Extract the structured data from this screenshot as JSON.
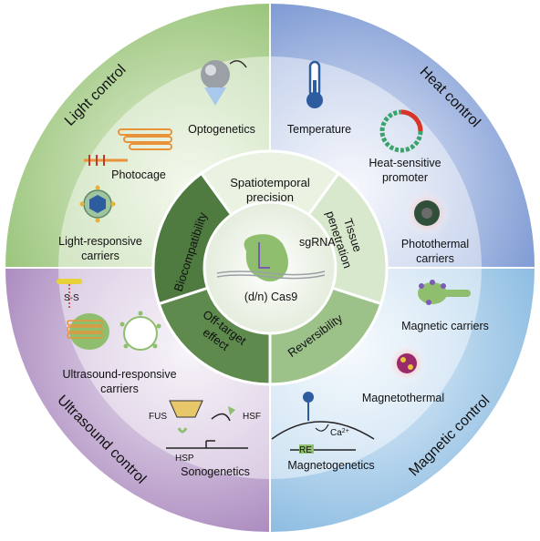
{
  "quadrants": {
    "light": {
      "title": "Light control",
      "color": "#b9d4a0"
    },
    "heat": {
      "title": "Heat control",
      "color": "#8fa9d8"
    },
    "ultrasound": {
      "title": "Ultrasound control",
      "color": "#c2a6cf"
    },
    "magnetic": {
      "title": "Magnetic  control",
      "color": "#9bc7e6"
    }
  },
  "items": {
    "optogenetics": "Optogenetics",
    "photocage": "Photocage",
    "light_carriers": [
      "Light-responsive",
      "carriers"
    ],
    "temperature": "Temperature",
    "heat_promoter": [
      "Heat-sensitive",
      "promoter"
    ],
    "photothermal": [
      "Photothermal",
      "carriers"
    ],
    "us_carriers": [
      "Ultrasound-responsive",
      "carriers"
    ],
    "sonogenetics": "Sonogenetics",
    "magnetic_carriers": "Magnetic carriers",
    "magnetothermal": "Magnetothermal",
    "magnetogenetics": "Magnetogenetics"
  },
  "small_labels": {
    "ss": "S-S",
    "fus": "FUS",
    "hsf": "HSF",
    "hsp": "HSP",
    "re": "RE",
    "ca": "Ca"
  },
  "inner_segments": {
    "spatiotemporal": [
      "Spatiotemporal",
      "precision"
    ],
    "tissue": [
      "Tissue",
      "penetration"
    ],
    "reversibility": "Reversibility",
    "offtarget": [
      "Off-target",
      "effect"
    ],
    "biocompat": "Biocompatibility"
  },
  "center": {
    "sgrna": "sgRNA",
    "cas9": "(d/n) Cas9"
  },
  "icons": [
    "bulb-icon",
    "thermometer-icon",
    "plasmid-icon",
    "nanoparticle-icon",
    "magnet-icon",
    "bubble-icon",
    "transducer-icon",
    "cas9-icon"
  ]
}
